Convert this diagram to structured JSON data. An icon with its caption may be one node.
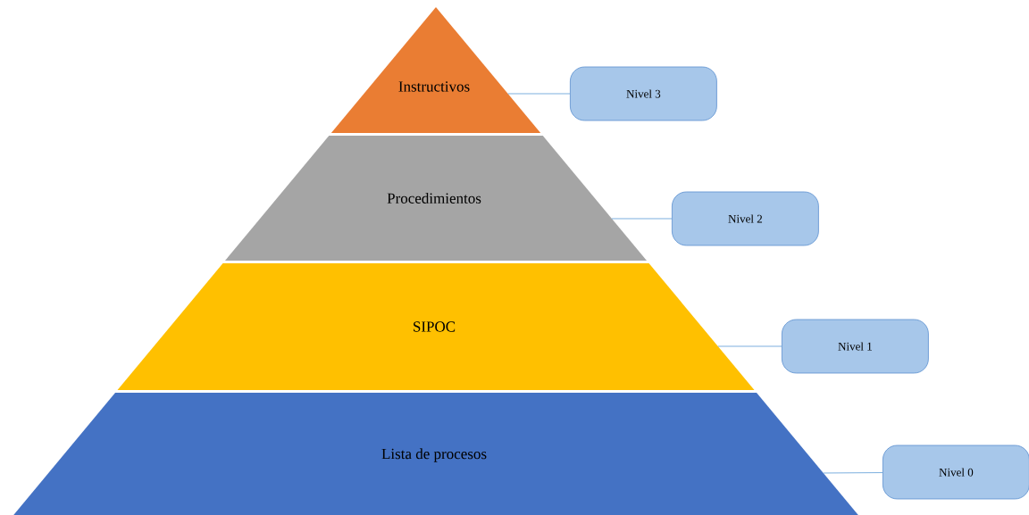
{
  "diagram": {
    "nodes": [
      {
        "text": [
          "Instructivos"
        ]
      },
      {
        "text": [
          "Nivel 3"
        ]
      },
      {
        "text": [
          "Procedimientos"
        ]
      },
      {
        "text": [
          "Nivel 2"
        ]
      },
      {
        "text": [
          "SIPOC"
        ]
      },
      {
        "text": [
          "Nivel 1"
        ]
      },
      {
        "text": [
          "Lista de procesos"
        ]
      },
      {
        "text": [
          "Nivel 0"
        ]
      }
    ],
    "edges": [
      {
        "from": 1,
        "to": 0,
        "arrow": "none"
      },
      {
        "from": 3,
        "to": 2,
        "arrow": "none"
      },
      {
        "from": 5,
        "to": 4,
        "arrow": "none"
      },
      {
        "from": 7,
        "to": 6,
        "arrow": "none"
      }
    ]
  }
}
